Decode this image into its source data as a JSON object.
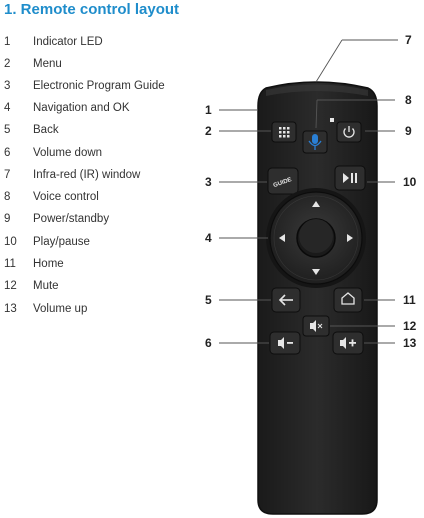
{
  "title": "1. Remote control layout",
  "legend": [
    {
      "number": "1",
      "label": "Indicator LED"
    },
    {
      "number": "2",
      "label": "Menu"
    },
    {
      "number": "3",
      "label": "Electronic Program Guide"
    },
    {
      "number": "4",
      "label": "Navigation and OK"
    },
    {
      "number": "5",
      "label": "Back"
    },
    {
      "number": "6",
      "label": "Volume down"
    },
    {
      "number": "7",
      "label": "Infra-red (IR) window"
    },
    {
      "number": "8",
      "label": "Voice control"
    },
    {
      "number": "9",
      "label": "Power/standby"
    },
    {
      "number": "10",
      "label": "Play/pause"
    },
    {
      "number": "11",
      "label": "Home"
    },
    {
      "number": "12",
      "label": "Mute"
    },
    {
      "number": "13",
      "label": "Volume up"
    }
  ],
  "remote": {
    "guide_label": "GUIDE",
    "voice_accent_color": "#2a7fd4",
    "body_color": "#232323"
  },
  "callouts": {
    "c1": "1",
    "c2": "2",
    "c3": "3",
    "c4": "4",
    "c5": "5",
    "c6": "6",
    "c7": "7",
    "c8": "8",
    "c9": "9",
    "c10": "10",
    "c11": "11",
    "c12": "12",
    "c13": "13"
  }
}
